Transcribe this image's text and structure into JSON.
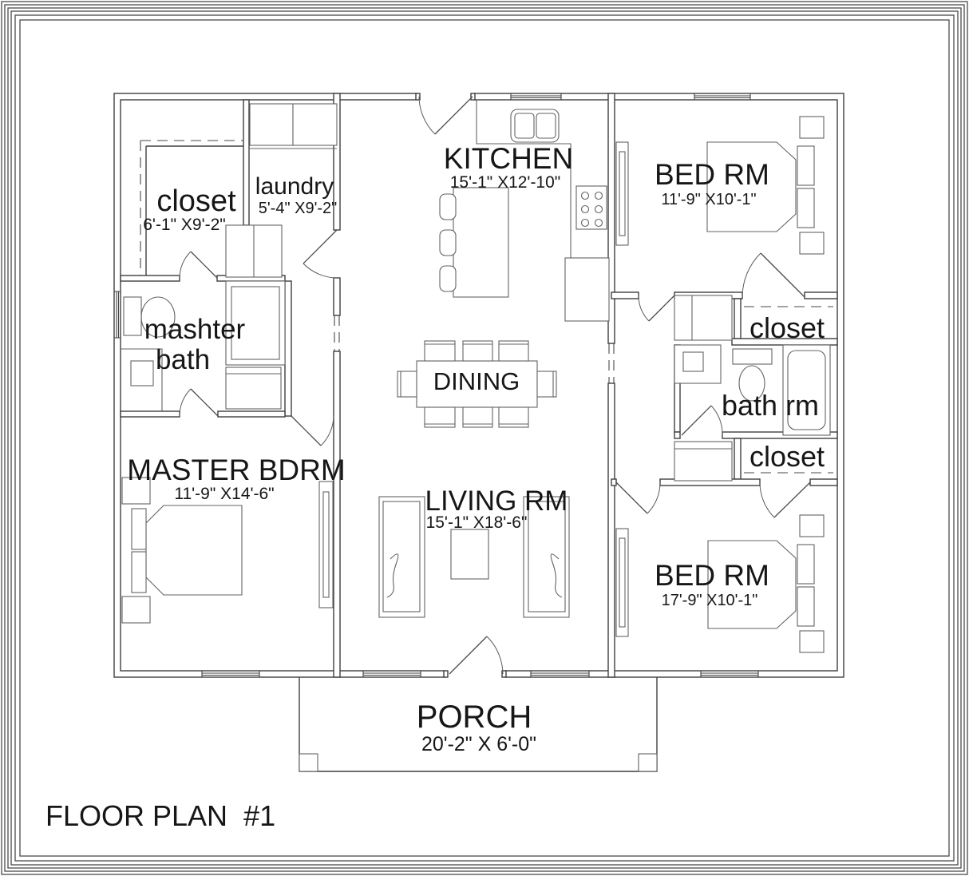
{
  "title": "FLOOR PLAN  #1",
  "colors": {
    "wall_line": "#3f3f3f",
    "furniture_line": "#636363",
    "text": "#161616",
    "background": "#ffffff"
  },
  "rooms": {
    "closet_left": {
      "label": "closet",
      "dims": "6'-1\" X9'-2\""
    },
    "laundry": {
      "label": "laundry",
      "dims": "5'-4\" X9'-2\""
    },
    "kitchen": {
      "label": "KITCHEN",
      "dims": "15'-1\" X12'-10\""
    },
    "bedroom_top": {
      "label": "BED RM",
      "dims": "11'-9\" X10'-1\""
    },
    "master_bath": {
      "label_line1": "mashter",
      "label_line2": "bath"
    },
    "closet_top_right": {
      "label": "closet"
    },
    "bathroom": {
      "label": "bath rm"
    },
    "closet_bottom_right": {
      "label": "closet"
    },
    "master_bedroom": {
      "label": "MASTER BDRM",
      "dims": "11'-9\" X14'-6\""
    },
    "dining": {
      "label": "DINING"
    },
    "living": {
      "label": "LIVING RM",
      "dims": "15'-1\" X18'-6\""
    },
    "bedroom_bottom": {
      "label": "BED RM",
      "dims": "17'-9\" X10'-1\""
    },
    "porch": {
      "label": "PORCH",
      "dims": "20'-2\" X 6'-0\""
    }
  }
}
